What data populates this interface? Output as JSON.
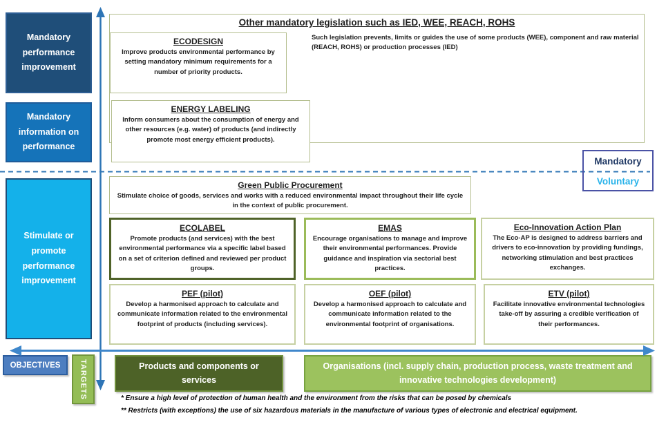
{
  "colors": {
    "axis_blue": "#2e75b6",
    "horizontal_axis_blue": "#3f87cb",
    "dark_navy": "#1f4e79",
    "medium_blue": "#1573b9",
    "cyan_blue": "#14b1ea",
    "objectives_blue": "#4d7ec0",
    "olive_border": "#b3bd8d",
    "ecolabel_border_dark_green": "#4f6228",
    "emas_border_light_green": "#9bbb59",
    "products_bar_dark_green": "#4d6227",
    "organisations_bar_light_green": "#9cc25e",
    "targets_green": "#94bd56",
    "mandatory_text_navy": "#1f3864",
    "voluntary_text_cyan": "#29b3ea",
    "legend_border_indigo": "#4a52a5"
  },
  "left_column": {
    "boxes": [
      {
        "label": "Mandatory performance improvement"
      },
      {
        "label": "Mandatory information on performance"
      },
      {
        "label": "Stimulate or promote performance improvement"
      }
    ]
  },
  "mandatory_section": {
    "other_legislation": {
      "title": "Other mandatory legislation such as IED, WEE, REACH, ROHS",
      "description": "Such legislation prevents, limits or guides the use of some products (WEE), component  and raw material (REACH, ROHS) or production processes (IED)"
    },
    "ecodesign": {
      "title": "ECODESIGN",
      "body": "Improve products environmental performance by setting mandatory minimum requirements for a number of priority products."
    },
    "energy_labeling": {
      "title": "ENERGY LABELING",
      "body": "Inform consumers about the consumption of energy and other resources (e.g. water) of products (and indirectly promote most energy efficient products)."
    }
  },
  "divider": {
    "mandatory_label": "Mandatory",
    "voluntary_label": "Voluntary"
  },
  "voluntary_section": {
    "gpp": {
      "title": "Green Public Procurement",
      "body": "Stimulate choice of goods, services and works with a reduced environmental impact throughout their life cycle in the context of public procurement."
    },
    "ecolabel": {
      "title": "ECOLABEL",
      "body": "Promote products (and services) with the best environmental performance via a specific label based on a set of criterion defined and reviewed per product groups."
    },
    "emas": {
      "title": "EMAS",
      "body": "Encourage organisations to manage and improve their environmental performances. Provide guidance and inspiration via sectorial best practices."
    },
    "eco_ap": {
      "title": "Eco-Innovation  Action Plan",
      "body": "The Eco-AP is designed to address barriers and drivers to eco-innovation by providing fundings, networking stimulation and best practices exchanges."
    },
    "pef": {
      "title": "PEF (pilot)",
      "body": "Develop a harmonised approach to calculate and communicate information related to the environmental footprint of products (including services)."
    },
    "oef": {
      "title": "OEF (pilot)",
      "body": "Develop a harmonised approach to calculate and communicate information related to the environmental footprint of organisations."
    },
    "etv": {
      "title": "ETV (pilot)",
      "body": "Facilitate innovative environmental technologies take-off by assuring a credible verification of their performances."
    }
  },
  "axes": {
    "objectives_label": "OBJECTIVES",
    "targets_label": "TARGETS"
  },
  "targets_bars": {
    "products": "Products and components or services",
    "organisations": "Organisations (incl. supply chain, production process, waste treatment and innovative technologies development)"
  },
  "footnotes": [
    "* Ensure a high level of protection of human health and the environment from the risks that can be posed by chemicals",
    "** Restricts (with exceptions) the use of six hazardous materials in the manufacture of various types of electronic and electrical equipment."
  ]
}
